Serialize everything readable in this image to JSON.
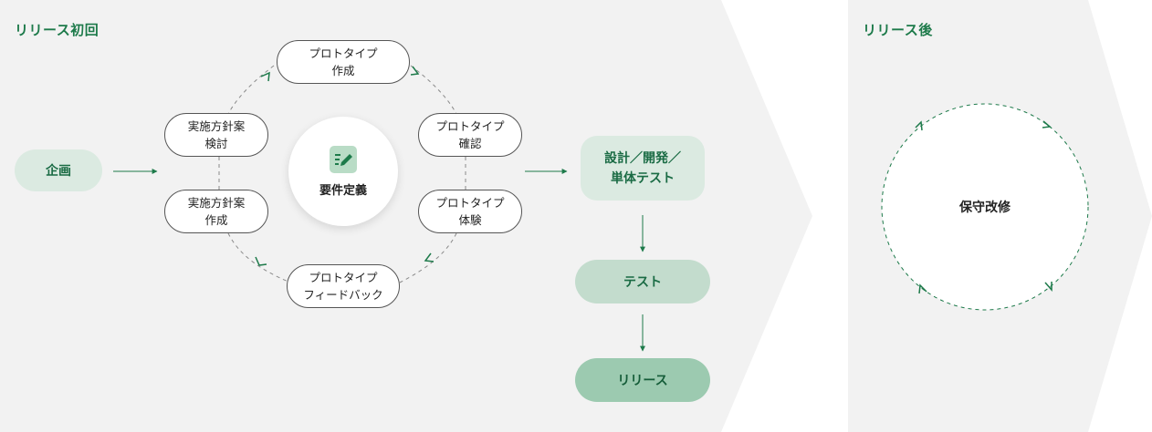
{
  "sections": {
    "first_release": "リリース初回",
    "after_release": "リリース後"
  },
  "nodes": {
    "kikaku": "企画",
    "proto_make": [
      "プロトタイプ",
      "作成"
    ],
    "proto_check": [
      "プロトタイプ",
      "確認"
    ],
    "proto_try": [
      "プロトタイプ",
      "体験"
    ],
    "proto_feedback": [
      "プロトタイプ",
      "フィードバック"
    ],
    "plan_make": [
      "実施方針案",
      "作成"
    ],
    "plan_review": [
      "実施方針案",
      "検討"
    ],
    "requirements": "要件定義",
    "design_dev": [
      "設計／開発／",
      "単体テスト"
    ],
    "test": "テスト",
    "release": "リリース",
    "maintenance": "保守改修"
  },
  "icons": {
    "requirements": "edit-list-icon"
  },
  "colors": {
    "accent": "#1d7a4a",
    "panel": "#f2f2f2",
    "pill_light": "#dbeae1",
    "pill_mid": "#c3dccd",
    "pill_dark": "#9ccab0"
  }
}
